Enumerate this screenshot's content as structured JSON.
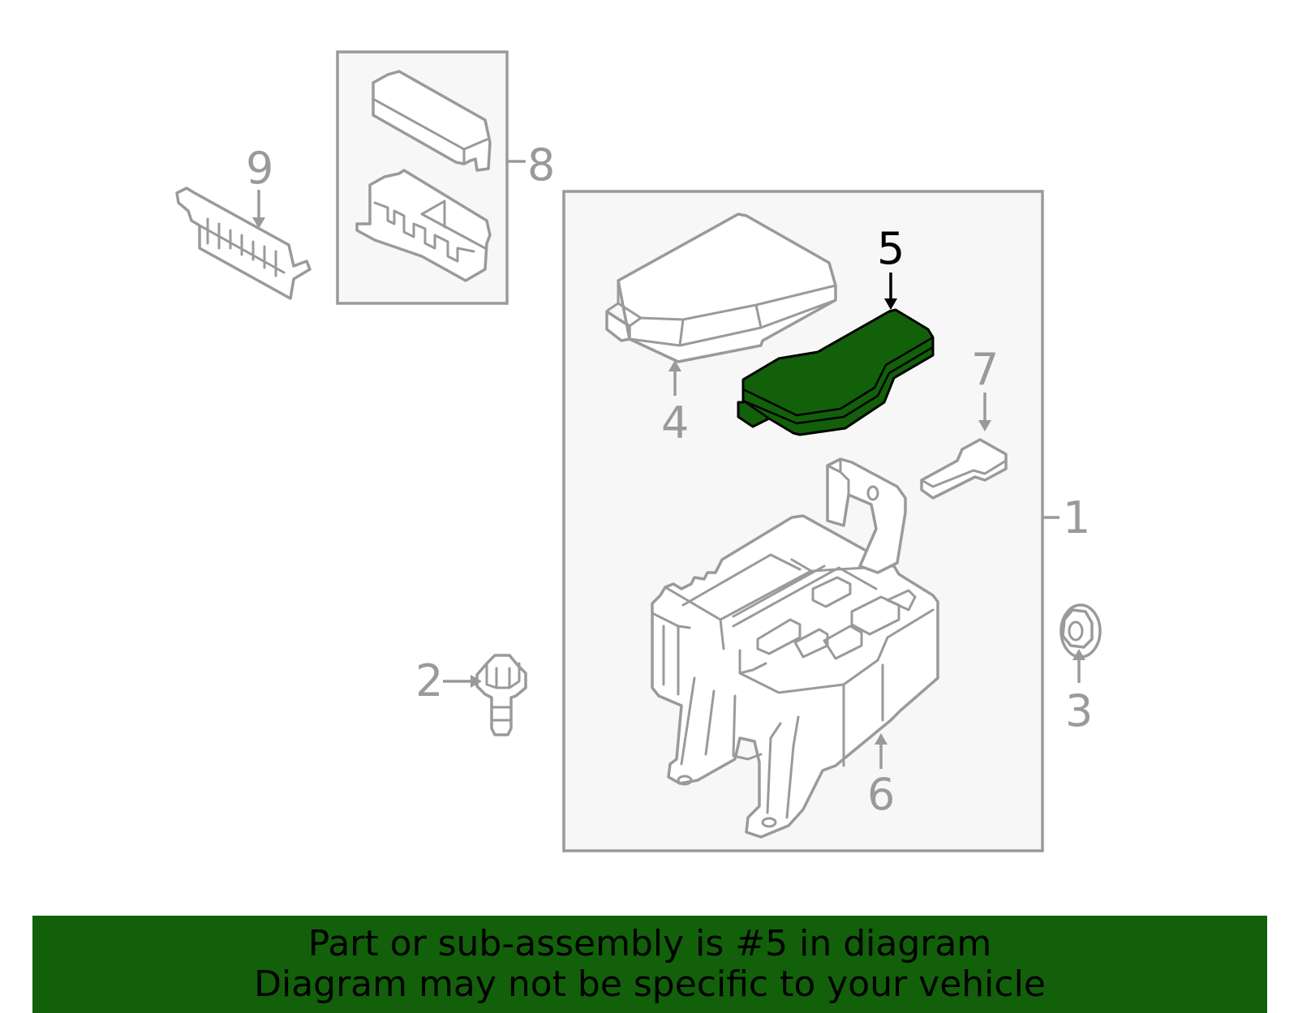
{
  "callouts": {
    "c1": "1",
    "c2": "2",
    "c3": "3",
    "c4": "4",
    "c5": "5",
    "c6": "6",
    "c7": "7",
    "c8": "8",
    "c9": "9"
  },
  "highlight_color": "#12600a",
  "line_color": "#9a9a9a",
  "banner": {
    "line1": "Part or sub-assembly is #5 in diagram",
    "line2": "Diagram may not be specific to your vehicle"
  }
}
